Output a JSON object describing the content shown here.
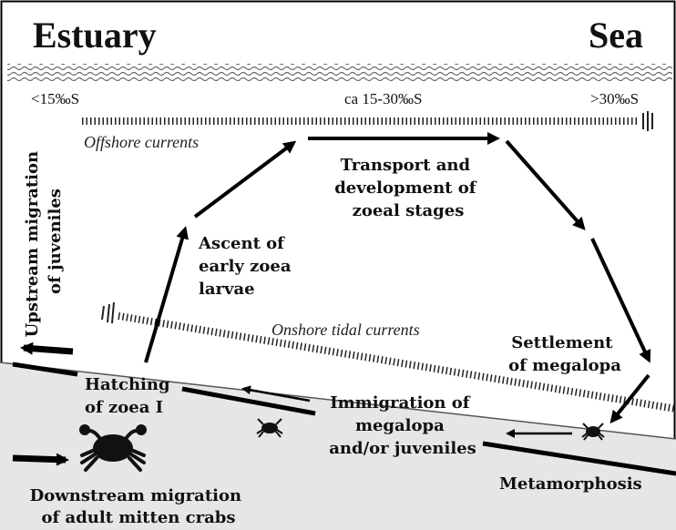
{
  "headers": {
    "left": "Estuary",
    "right": "Sea"
  },
  "salinity": {
    "low": "<15‰S",
    "mid": "ca 15-30‰S",
    "high": ">30‰S"
  },
  "currents": {
    "offshore": "Offshore currents",
    "onshore": "Onshore tidal currents"
  },
  "labels": {
    "transport": [
      "Transport and",
      "development of",
      "zoeal stages"
    ],
    "ascent": [
      "Ascent of",
      "early zoea",
      "larvae"
    ],
    "settlement": [
      "Settlement",
      "of megalopa"
    ],
    "hatching": [
      "Hatching",
      "of zoea I"
    ],
    "immigration": [
      "Immigration of",
      "megalopa",
      "and/or juveniles"
    ],
    "metamorphosis": "Metamorphosis",
    "downstream": [
      "Downstream migration",
      "of adult mitten crabs"
    ],
    "upstream": [
      "Upstream migration",
      "of juveniles"
    ]
  },
  "colors": {
    "seabed": "#e6e6e6",
    "ink": "#111111"
  }
}
